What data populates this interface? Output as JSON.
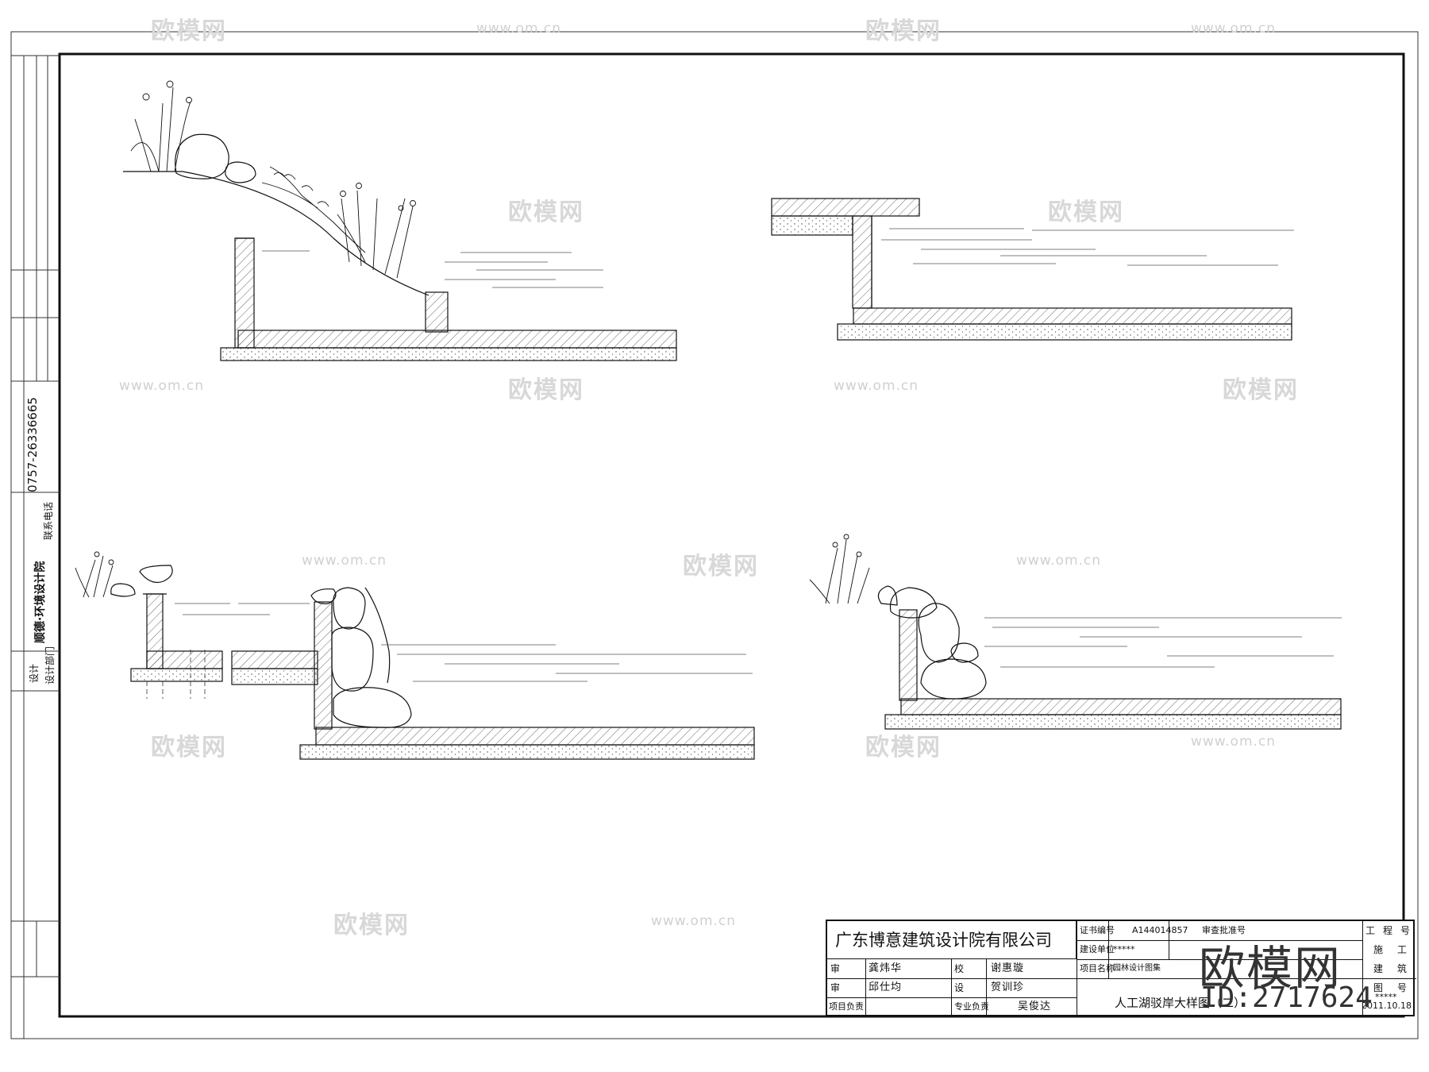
{
  "watermark": {
    "brand": "欧模网",
    "url": "www.om.cn",
    "id": "ID:2717624"
  },
  "sidebar": {
    "firm": "顺德·环境设计院",
    "phone": "0757-26336665",
    "contact": "联系电话",
    "dept": "设计部门",
    "design": "设计"
  },
  "title_block": {
    "company": "广东博意建筑设计院有限公司",
    "rows": [
      {
        "role": "审",
        "name": "龚炜华",
        "role2": "校",
        "name2": "谢惠璇"
      },
      {
        "role": "审",
        "name": "邱仕均",
        "role2": "设",
        "name2": "贺训珍"
      },
      {
        "role": "项目负责",
        "name": "",
        "role2": "专业负责",
        "name2": "吴俊达"
      }
    ],
    "cert_label": "证书编号",
    "cert_value": "A144014857",
    "approval_label": "审查批准号",
    "client_label": "建设单位",
    "client_value": "*****",
    "project_label": "项目名称",
    "project_value": "园林设计图集",
    "sheet_title": "人工湖驳岸大样图（二）",
    "right_col": [
      "工",
      "程",
      "号",
      "施",
      "工",
      "建",
      "筑",
      "图",
      "号"
    ],
    "stars": "*****",
    "date": "2011.10.18"
  }
}
